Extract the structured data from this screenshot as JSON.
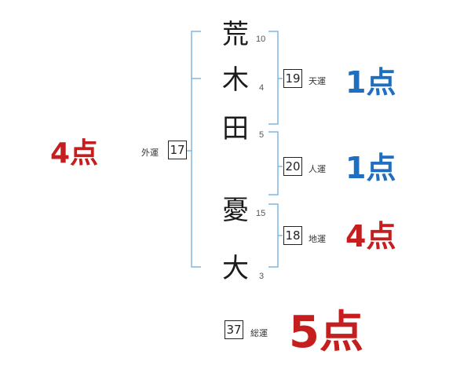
{
  "name_chars": [
    {
      "char": "荒",
      "strokes": "10"
    },
    {
      "char": "木",
      "strokes": "4"
    },
    {
      "char": "田",
      "strokes": "5"
    },
    {
      "char": "憂",
      "strokes": "15"
    },
    {
      "char": "大",
      "strokes": "3"
    }
  ],
  "fortunes": {
    "tenkaku": {
      "value": "19",
      "label": "天運",
      "score": "1点"
    },
    "jinkaku": {
      "value": "20",
      "label": "人運",
      "score": "1点"
    },
    "chikaku": {
      "value": "18",
      "label": "地運",
      "score": "4点"
    },
    "gaikaku": {
      "value": "17",
      "label": "外運",
      "score": "4点"
    },
    "soukaku": {
      "value": "37",
      "label": "総運",
      "score": "5点"
    }
  },
  "colors": {
    "bracket": "#7fb8e0",
    "score_blue": "#1f6fc0",
    "score_red": "#c41e1e"
  }
}
